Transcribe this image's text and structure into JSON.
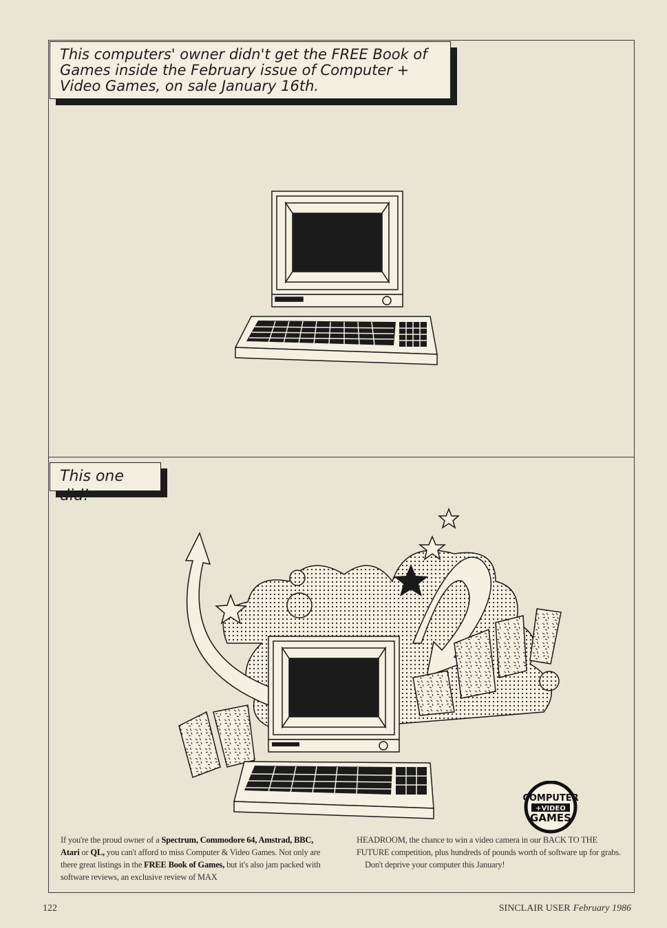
{
  "captions": {
    "top": "This computers' owner didn't get the FREE Book of Games inside the February issue of Computer + Video Games, on sale January 16th.",
    "bottom": "This one did!"
  },
  "logo": {
    "line1": "COMPUTER",
    "line2": "+VIDEO",
    "line3": "GAMES"
  },
  "body": {
    "left": {
      "p1_a": "If you're the proud owner of a ",
      "p1_b": "Spectrum, Commodore 64, Amstrad, BBC, Atari",
      "p1_c": " or ",
      "p1_d": "QL,",
      "p1_e": " you can't afford to miss Computer & Video Games. Not only are there great listings in the ",
      "p1_f": "FREE Book of Games,",
      "p1_g": " but it's also jam packed with software reviews, an exclusive review of MAX"
    },
    "right": {
      "p1": "HEADROOM, the chance to win a video camera in our BACK TO THE FUTURE competition, plus hundreds of pounds worth of software up for grabs.",
      "p2": "Don't deprive your computer this January!"
    }
  },
  "folio": {
    "page_number": "122",
    "magazine": "SINCLAIR USER",
    "issue": "February 1986"
  },
  "colors": {
    "paper": "#e9e4d3",
    "ink": "#1c1c1c"
  }
}
